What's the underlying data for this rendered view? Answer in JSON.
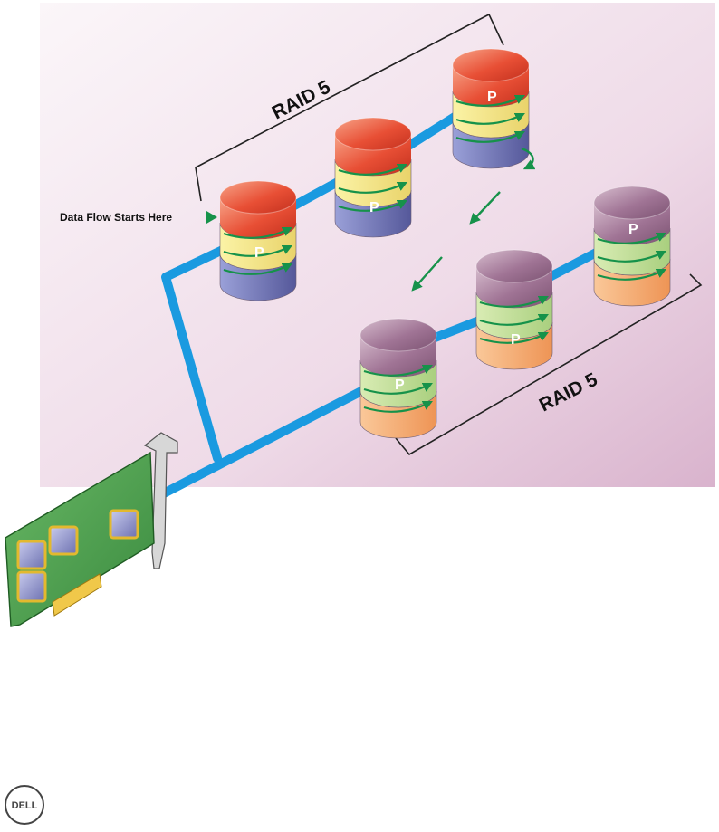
{
  "diagram": {
    "raid_top_label": "RAID 5",
    "raid_bottom_label": "RAID 5",
    "start_label": "Data Flow Starts Here",
    "parity_label": "P",
    "colors": {
      "background": "#f3e6ef",
      "cable": "#1a9ae0",
      "arrow": "#16924a",
      "disk_top_red": "#e5553a",
      "disk_top_purple": "#9c6e8f",
      "pcb": "#4aa14d",
      "chip": "#8a8fc6"
    }
  },
  "logo": {
    "text": "DELL"
  }
}
